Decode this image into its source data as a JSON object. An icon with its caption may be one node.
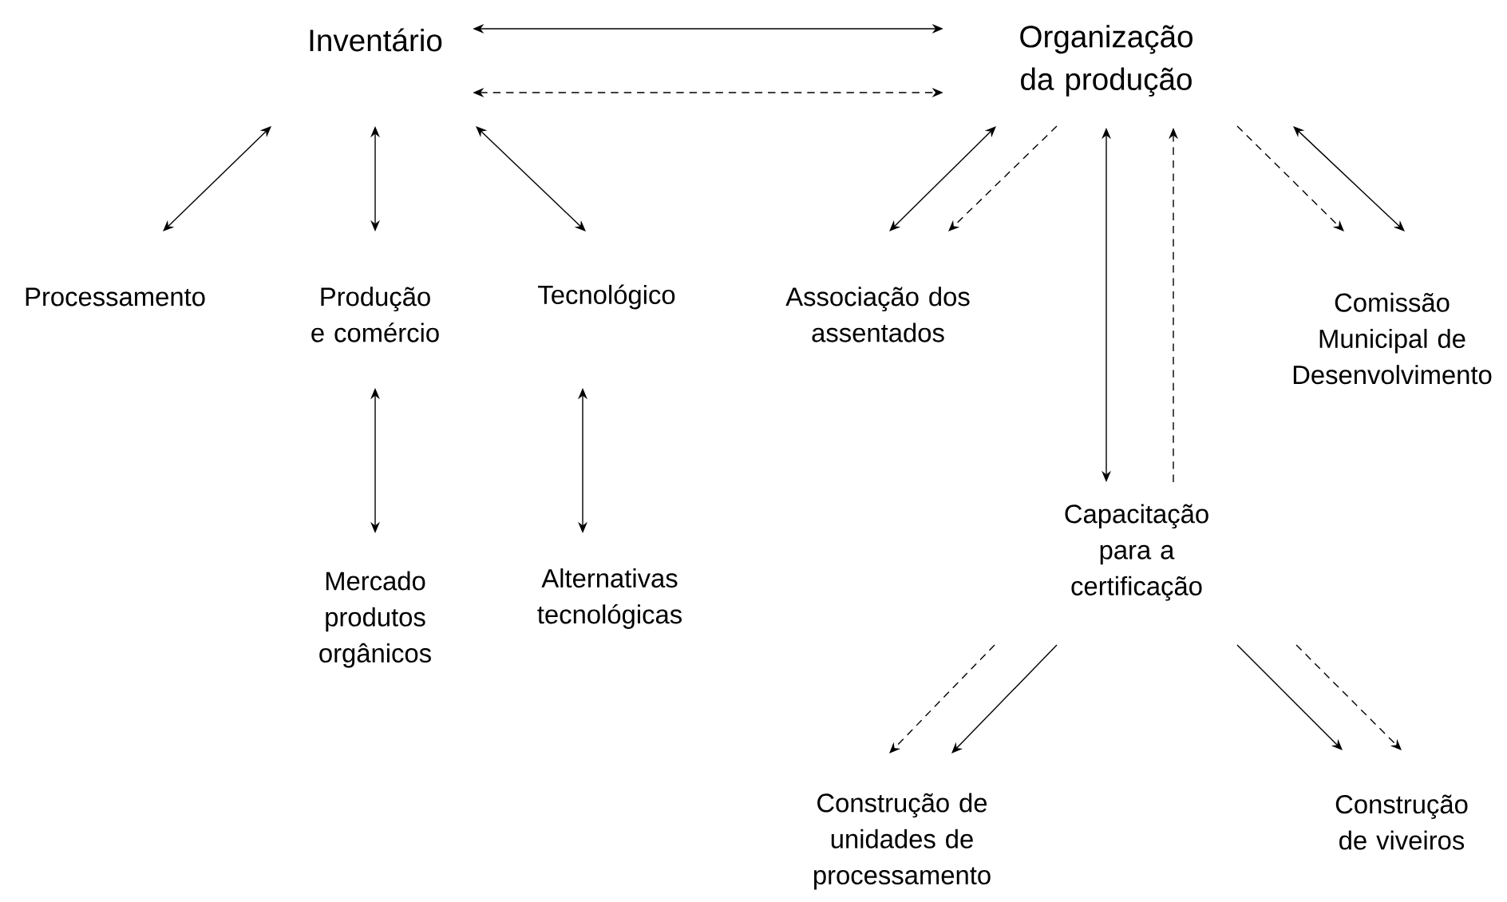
{
  "diagram": {
    "nodes": [
      {
        "text": [
          "Inventário"
        ]
      },
      {
        "text": [
          "Organização da produção"
        ]
      },
      {
        "text": [
          "Processamento"
        ]
      },
      {
        "text": [
          "Produção e comércio"
        ]
      },
      {
        "text": [
          "Tecnológico"
        ]
      },
      {
        "text": [
          "Associação dos assentados"
        ]
      },
      {
        "text": [
          "Comissão Municipal de Desenvolvimento"
        ]
      },
      {
        "text": [
          "Mercado produtos orgânicos"
        ]
      },
      {
        "text": [
          "Alternativas tecnológicas"
        ]
      },
      {
        "text": [
          "Capacitação para a certificação"
        ]
      },
      {
        "text": [
          "Construção de unidades de processamento"
        ]
      },
      {
        "text": [
          "Construção de viveiros"
        ]
      }
    ],
    "edges": [
      {
        "from": 0,
        "to": 1,
        "arrow": "both"
      },
      {
        "from": 0,
        "to": 1,
        "arrow": "both",
        "style": "dashed"
      },
      {
        "from": 0,
        "to": 2,
        "arrow": "both"
      },
      {
        "from": 0,
        "to": 3,
        "arrow": "both"
      },
      {
        "from": 0,
        "to": 4,
        "arrow": "both"
      },
      {
        "from": 1,
        "to": 5,
        "arrow": "both"
      },
      {
        "from": 1,
        "to": 5,
        "arrow": "to",
        "style": "dashed"
      },
      {
        "from": 1,
        "to": 6,
        "arrow": "to",
        "style": "dashed"
      },
      {
        "from": 1,
        "to": 6,
        "arrow": "both"
      },
      {
        "from": 1,
        "to": 9,
        "arrow": "both"
      },
      {
        "from": 9,
        "to": 1,
        "arrow": "to",
        "style": "dashed"
      },
      {
        "from": 9,
        "to": 10,
        "arrow": "to",
        "style": "dashed"
      },
      {
        "from": 9,
        "to": 10,
        "arrow": "to"
      },
      {
        "from": 9,
        "to": 11,
        "arrow": "to"
      },
      {
        "from": 9,
        "to": 11,
        "arrow": "to",
        "style": "dashed"
      },
      {
        "from": 3,
        "to": 7,
        "arrow": "both"
      },
      {
        "from": 4,
        "to": 8,
        "arrow": "both"
      }
    ]
  }
}
